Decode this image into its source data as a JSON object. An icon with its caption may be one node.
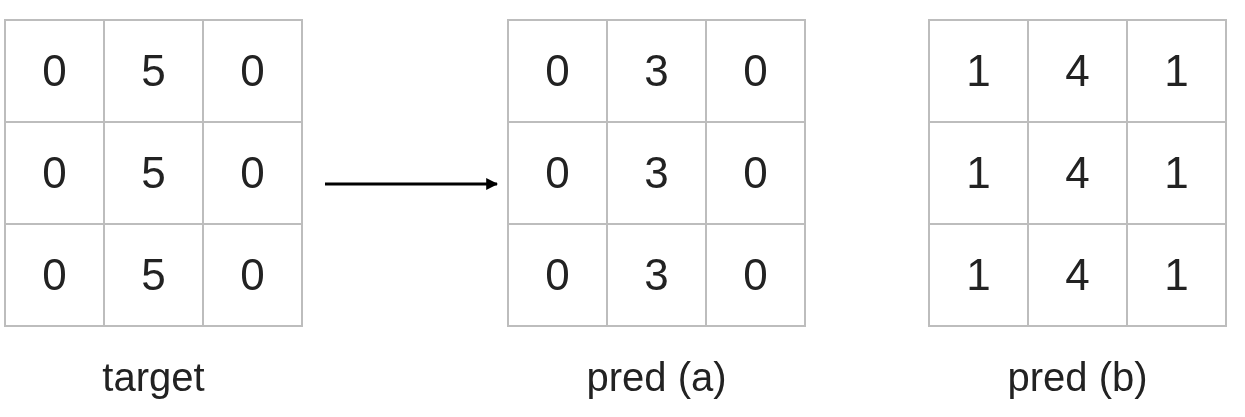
{
  "diagram": {
    "nodes": [
      {
        "text": [
          "target"
        ]
      },
      {
        "text": [
          "0"
        ],
        "in": 0
      },
      {
        "text": [
          "5"
        ],
        "in": 0
      },
      {
        "text": [
          "0"
        ],
        "in": 0
      },
      {
        "text": [
          "0"
        ],
        "in": 0
      },
      {
        "text": [
          "5"
        ],
        "in": 0
      },
      {
        "text": [
          "0"
        ],
        "in": 0
      },
      {
        "text": [
          "0"
        ],
        "in": 0
      },
      {
        "text": [
          "5"
        ],
        "in": 0
      },
      {
        "text": [
          "0"
        ],
        "in": 0
      },
      {
        "text": [
          "pred (a)"
        ]
      },
      {
        "text": [
          "0"
        ],
        "in": 10
      },
      {
        "text": [
          "3"
        ],
        "in": 10
      },
      {
        "text": [
          "0"
        ],
        "in": 10
      },
      {
        "text": [
          "0"
        ],
        "in": 10
      },
      {
        "text": [
          "3"
        ],
        "in": 10
      },
      {
        "text": [
          "0"
        ],
        "in": 10
      },
      {
        "text": [
          "0"
        ],
        "in": 10
      },
      {
        "text": [
          "3"
        ],
        "in": 10
      },
      {
        "text": [
          "0"
        ],
        "in": 10
      },
      {
        "text": [
          "pred (b)"
        ]
      },
      {
        "text": [
          "1"
        ],
        "in": 20
      },
      {
        "text": [
          "4"
        ],
        "in": 20
      },
      {
        "text": [
          "1"
        ],
        "in": 20
      },
      {
        "text": [
          "1"
        ],
        "in": 20
      },
      {
        "text": [
          "4"
        ],
        "in": 20
      },
      {
        "text": [
          "1"
        ],
        "in": 20
      },
      {
        "text": [
          "1"
        ],
        "in": 20
      },
      {
        "text": [
          "4"
        ],
        "in": 20
      },
      {
        "text": [
          "1"
        ],
        "in": 20
      }
    ],
    "edges": [
      {
        "from": 0,
        "to": 10,
        "arrow": "to"
      }
    ]
  }
}
